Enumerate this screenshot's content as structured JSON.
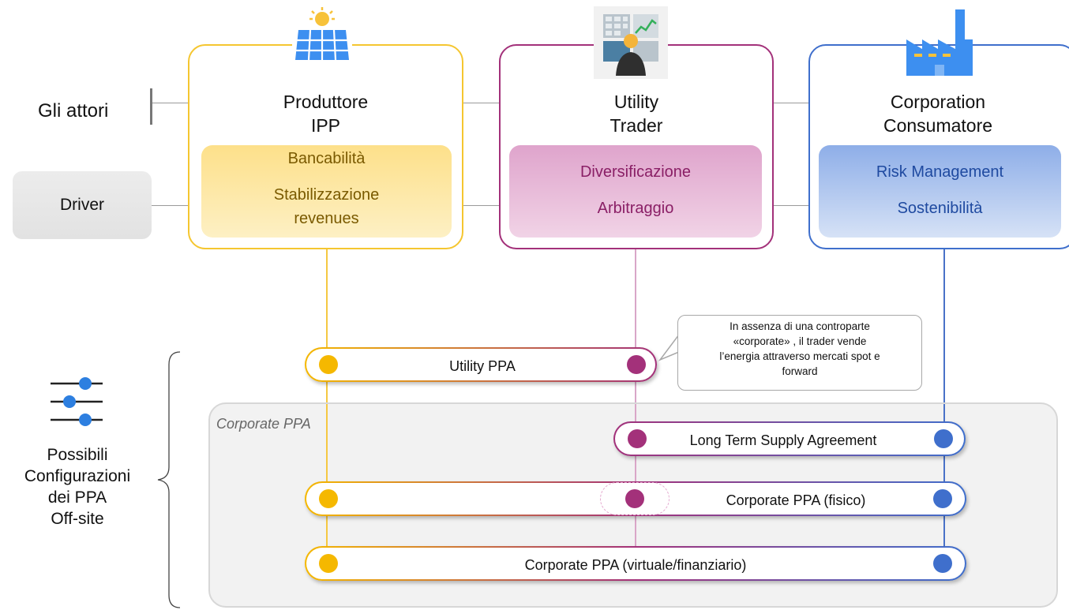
{
  "labels": {
    "actors": "Gli attori",
    "driver": "Driver",
    "corporate_ppa_zone": "Corporate PPA",
    "possible_configurations": [
      "Possibili",
      "Configurazioni",
      "dei PPA",
      "Off-site"
    ]
  },
  "actors": [
    {
      "title_lines": [
        "Produttore",
        "IPP"
      ],
      "drivers": [
        "Bancabilità",
        "Stabilizzazione",
        "revenues"
      ],
      "icon": "solar-panel-icon",
      "color": "#f5b800"
    },
    {
      "title_lines": [
        "Utility",
        "Trader"
      ],
      "drivers": [
        "Diversificazione",
        "Arbitraggio"
      ],
      "icon": "trader-screens-icon",
      "color": "#a3317a"
    },
    {
      "title_lines": [
        "Corporation",
        "Consumatore"
      ],
      "drivers": [
        "Risk Management",
        "Sostenibilità"
      ],
      "icon": "factory-icon",
      "color": "#3f6fcc"
    }
  ],
  "contracts": [
    "Utility PPA",
    "Long Term Supply Agreement",
    "Corporate PPA (fisico)",
    "Corporate PPA (virtuale/finanziario)"
  ],
  "callout_lines": [
    "In assenza di una controparte",
    "«corporate» , il trader vende",
    "l’energia attraverso mercati spot e",
    "forward"
  ],
  "colors": {
    "producer": "#f5b800",
    "utility": "#a3317a",
    "corporation": "#3f6fcc",
    "connector": "#9a9a9a"
  },
  "icons": {
    "configuration": "sliders-icon"
  }
}
